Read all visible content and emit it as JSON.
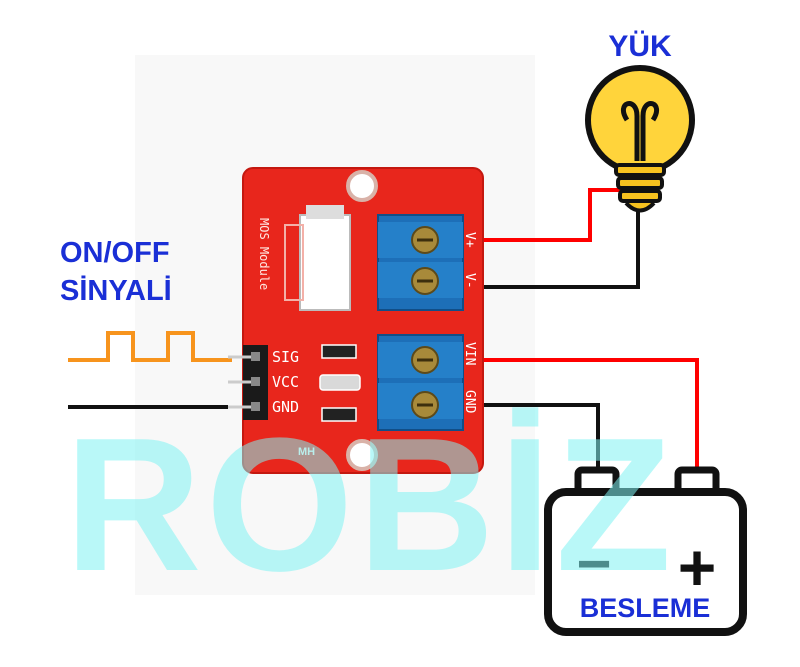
{
  "labels": {
    "load": "YÜK",
    "signal_line1": "ON/OFF",
    "signal_line2": "SİNYALİ",
    "supply": "BESLEME",
    "watermark": "ROBİZ",
    "module_silk": "MOS Module",
    "board_mark": "MH"
  },
  "pins": {
    "sig": "SIG",
    "vcc": "VCC",
    "gnd": "GND"
  },
  "terminals": {
    "out_pos": "V+",
    "out_neg": "V-",
    "in_pos": "VIN",
    "in_gnd": "GND"
  },
  "battery": {
    "negative_symbol": "−",
    "positive_symbol": "+"
  },
  "colors": {
    "label_blue": "#1a2fd6",
    "board_red": "#e8261c",
    "terminal_blue": "#1d6fb8",
    "wire_red": "#ff0000",
    "wire_black": "#111111",
    "signal_orange": "#f7941d",
    "bulb_yellow": "#ffd43b",
    "watermark_cyan": "#7ff3f3"
  }
}
